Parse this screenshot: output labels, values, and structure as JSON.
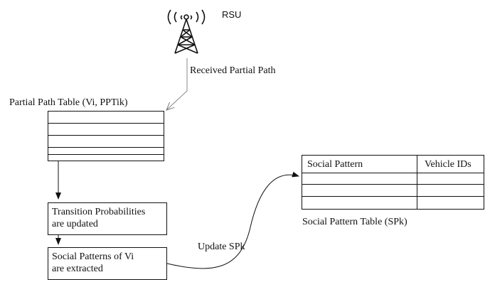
{
  "rsu": {
    "label": "RSU",
    "icon": "radio-tower-icon"
  },
  "edges": {
    "received_partial_path": "Received Partial Path",
    "update_spk": "Update SPk"
  },
  "partial_path_table": {
    "title": "Partial Path Table (Vi, PPTik)",
    "row_count": 5
  },
  "steps": {
    "transition": {
      "line1": "Transition Probabilities",
      "line2": "are updated"
    },
    "social_patterns": {
      "line1": "Social Patterns of Vi",
      "line2": "are extracted"
    }
  },
  "social_pattern_table": {
    "title": "Social Pattern Table (SPk)",
    "columns": [
      "Social Pattern",
      "Vehicle IDs"
    ],
    "empty_rows": 3
  }
}
